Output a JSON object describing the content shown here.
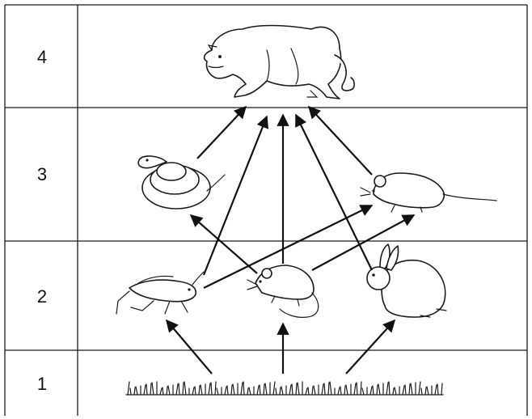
{
  "levels": [
    {
      "label": "4",
      "organisms": [
        "cougar"
      ]
    },
    {
      "label": "3",
      "organisms": [
        "snake",
        "mouse"
      ]
    },
    {
      "label": "2",
      "organisms": [
        "grasshopper",
        "rat",
        "rabbit"
      ]
    },
    {
      "label": "1",
      "organisms": [
        "grass"
      ]
    }
  ],
  "arrows": [
    {
      "from": "grass",
      "to": "grasshopper"
    },
    {
      "from": "grass",
      "to": "rat"
    },
    {
      "from": "grass",
      "to": "rabbit"
    },
    {
      "from": "grasshopper",
      "to": "cougar"
    },
    {
      "from": "grasshopper",
      "to": "mouse"
    },
    {
      "from": "rat",
      "to": "snake"
    },
    {
      "from": "rat",
      "to": "mouse"
    },
    {
      "from": "rat",
      "to": "cougar"
    },
    {
      "from": "rabbit",
      "to": "cougar"
    },
    {
      "from": "snake",
      "to": "cougar"
    },
    {
      "from": "mouse",
      "to": "cougar"
    }
  ],
  "colors": {
    "line": "#1a1a1a",
    "background": "#ffffff"
  }
}
